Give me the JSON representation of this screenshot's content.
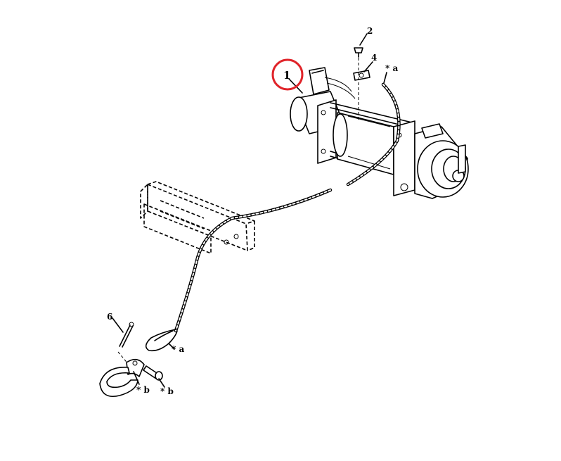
{
  "callouts": {
    "item1": "1",
    "item2": "2",
    "item4": "4",
    "item6": "6",
    "a_top": "* a",
    "a_bottom": "* a",
    "b_left": "* b",
    "b_right": "* b"
  },
  "colors": {
    "highlight_ring": "#e0242a",
    "line": "#000000",
    "background": "#ffffff"
  }
}
